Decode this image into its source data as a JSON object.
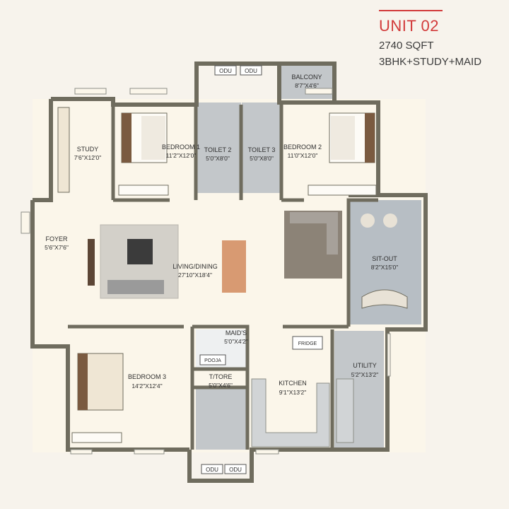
{
  "header": {
    "unit": "UNIT 02",
    "area": "2740 SQFT",
    "config": "3BHK+STUDY+MAID"
  },
  "rooms": {
    "study": {
      "name": "STUDY",
      "dim": "7'6\"X12'0\""
    },
    "bedroom1": {
      "name": "BEDROOM 1",
      "dim": "11'2\"X12'0\""
    },
    "toilet2": {
      "name": "TOILET 2",
      "dim": "5'0\"X8'0\""
    },
    "toilet3": {
      "name": "TOILET 3",
      "dim": "5'0\"X8'0\""
    },
    "bedroom2": {
      "name": "BEDROOM 2",
      "dim": "11'0\"X12'0\""
    },
    "balcony": {
      "name": "BALCONY",
      "dim": "8'7\"X4'6\""
    },
    "foyer": {
      "name": "FOYER",
      "dim": "5'6\"X7'6\""
    },
    "living": {
      "name": "LIVING/DINING",
      "dim": "27'10\"X18'4\""
    },
    "sitout": {
      "name": "SIT-OUT",
      "dim": "8'2\"X15'0\""
    },
    "maids": {
      "name": "MAID'S",
      "dim": "5'0\"X4'2\""
    },
    "pooja": {
      "name": "POOJA"
    },
    "toilet_m": {
      "name": "T/TORE",
      "dim": "5'0\"X4'6\""
    },
    "bedroom3": {
      "name": "BEDROOM 3",
      "dim": "14'2\"X12'4\""
    },
    "kitchen": {
      "name": "KITCHEN",
      "dim": "9'1\"X13'2\""
    },
    "utility": {
      "name": "UTILITY",
      "dim": "5'2\"X13'2\""
    }
  },
  "tags": {
    "odu": "ODU",
    "fridge": "FRIDGE"
  },
  "colors": {
    "wall": "#6f6c5e",
    "floor": "#fbf6ea",
    "wet": "#b9bfc4",
    "accent": "#d23a3a"
  }
}
